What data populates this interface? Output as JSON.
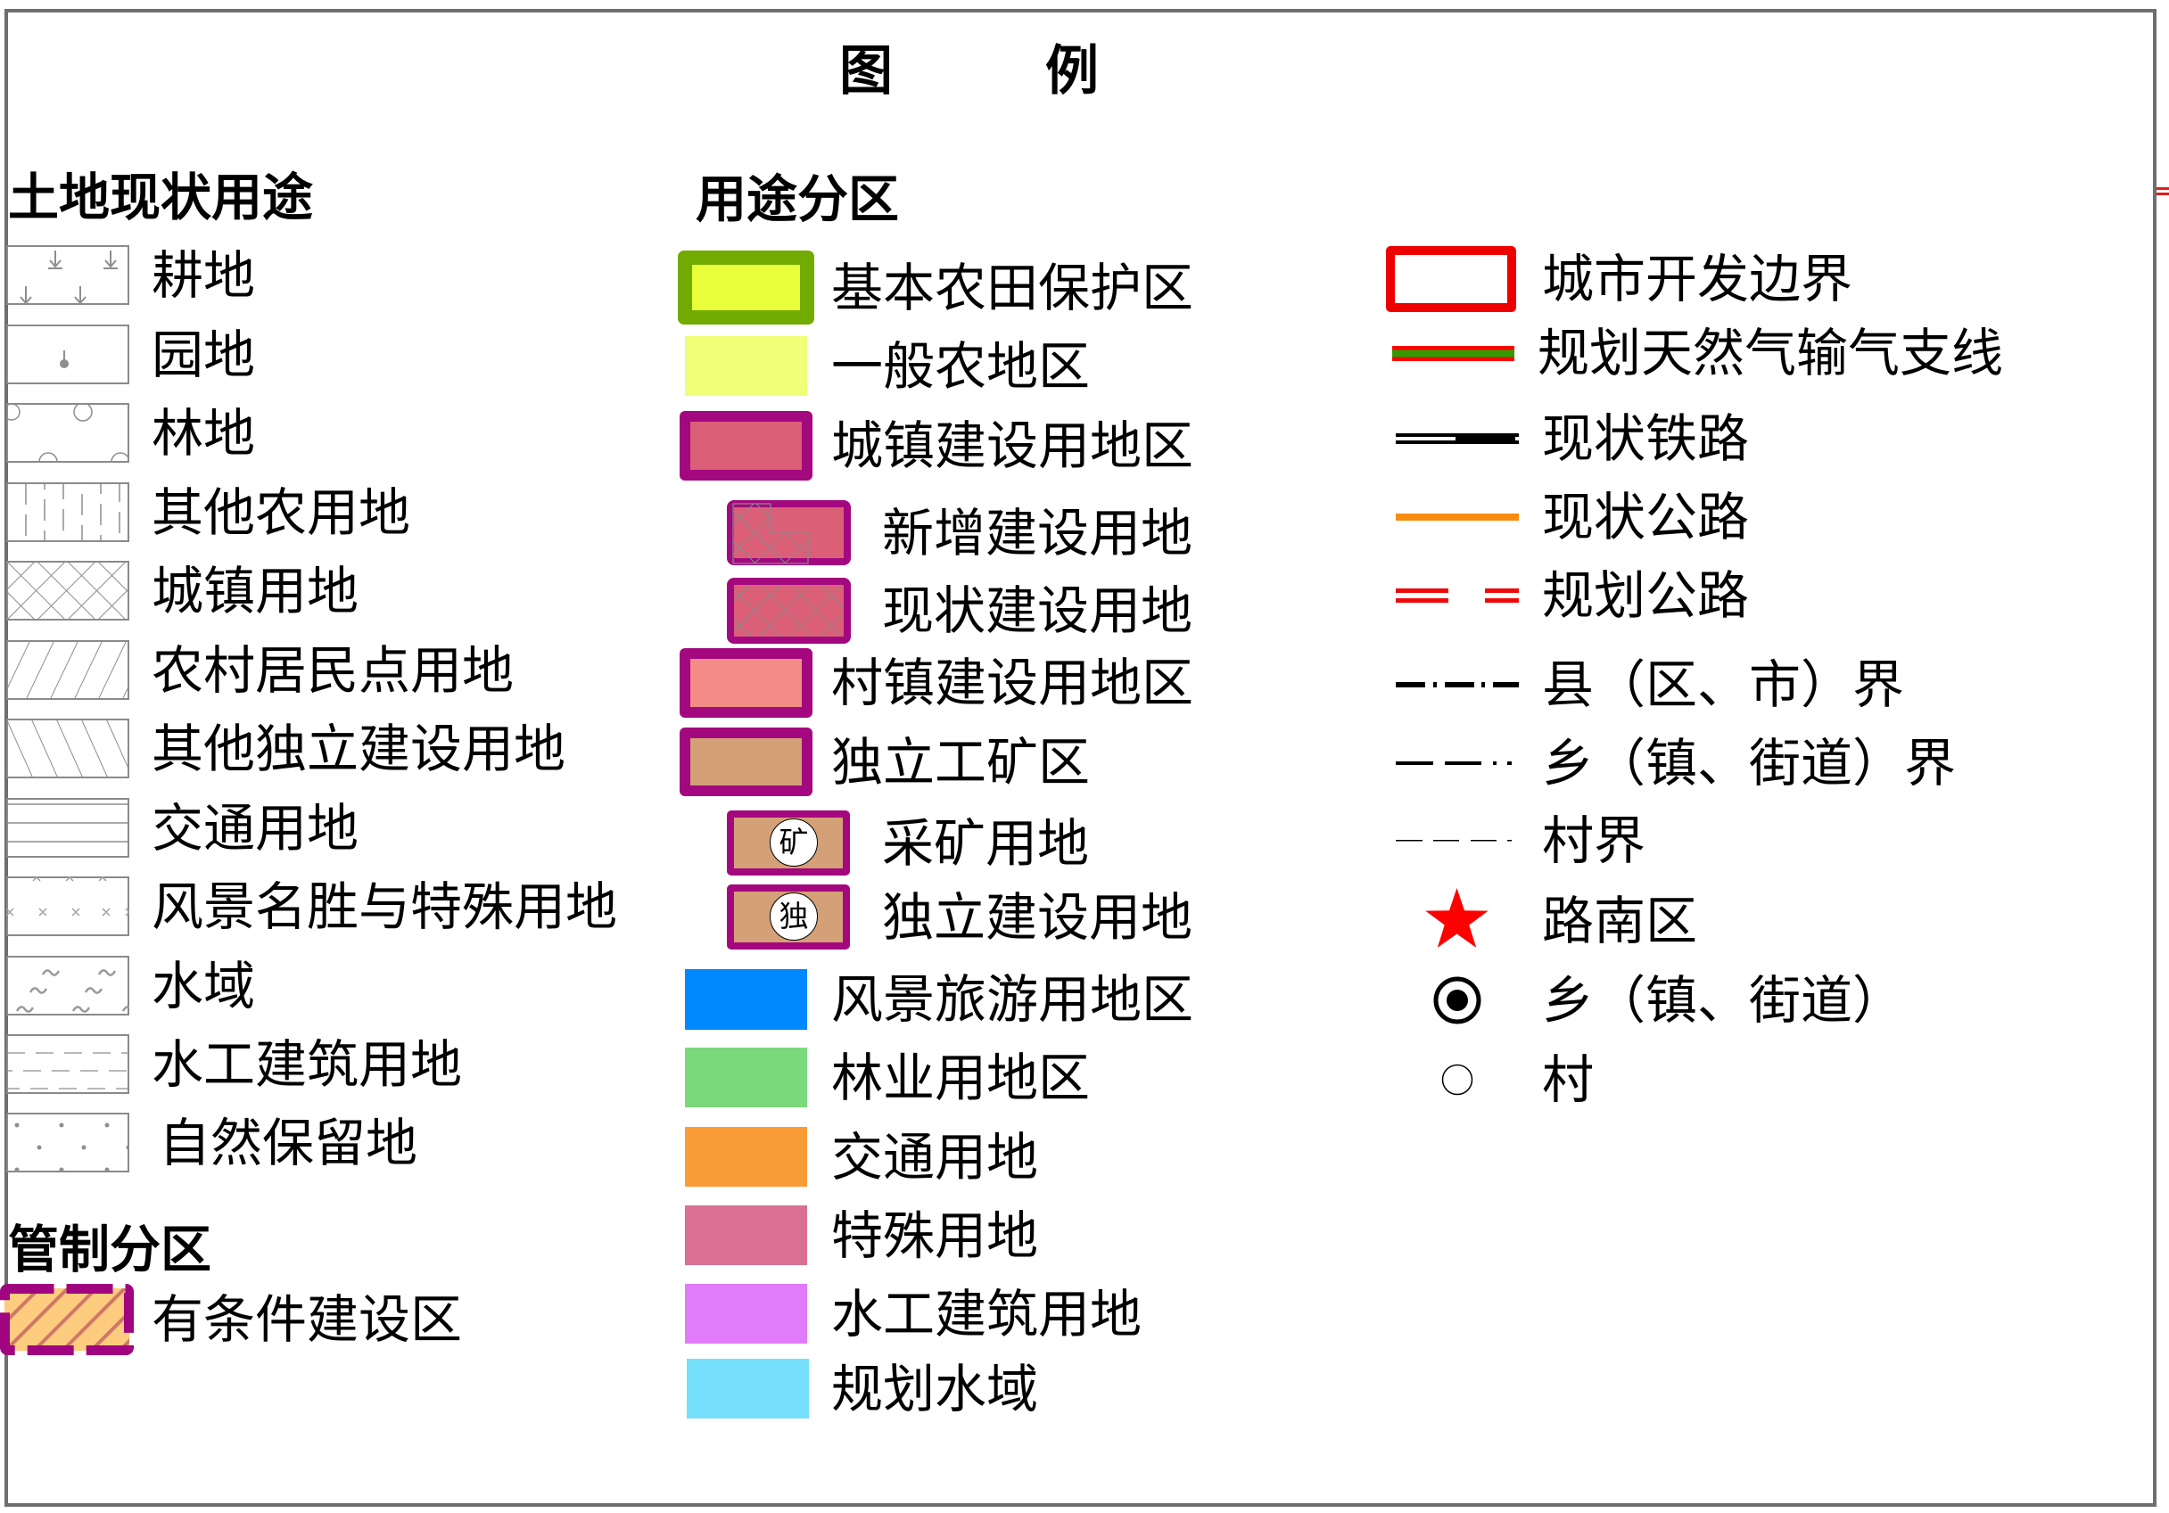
{
  "legend": {
    "title_left": "图",
    "title_right": "例"
  },
  "frame": {
    "border_color": "#6e6e6e"
  },
  "land_use_status": {
    "heading": "土地现状用途",
    "box_stroke": "#8a8a8a",
    "pattern_stroke": "#8e8e8e",
    "items": [
      {
        "label": "耕地",
        "symbol": "down-arrows-pattern"
      },
      {
        "label": "园地",
        "symbol": "pin-dot-pattern"
      },
      {
        "label": "林地",
        "symbol": "circles-pattern"
      },
      {
        "label": "其他农用地",
        "symbol": "vertical-dashes-pattern"
      },
      {
        "label": "城镇用地",
        "symbol": "crosshatch-pattern"
      },
      {
        "label": "农村居民点用地",
        "symbol": "forward-hatch-pattern"
      },
      {
        "label": "其他独立建设用地",
        "symbol": "back-hatch-pattern"
      },
      {
        "label": "交通用地",
        "symbol": "horizontal-lines-pattern"
      },
      {
        "label": "风景名胜与特殊用地",
        "symbol": "x-marks-pattern"
      },
      {
        "label": "水域",
        "symbol": "tilde-pattern"
      },
      {
        "label": "水工建筑用地",
        "symbol": "horizontal-dashes-pattern"
      },
      {
        "label": "自然保留地",
        "symbol": "dots-pattern"
      }
    ]
  },
  "control_zones": {
    "heading": "管制分区",
    "items": [
      {
        "label": "有条件建设区",
        "symbol": "dashed-hatched-box",
        "fill": "#fdcc7e",
        "hatch": "#cf7867",
        "border": "#a0047f"
      }
    ]
  },
  "use_zones": {
    "heading": "用途分区",
    "overlay_stroke": "#8a8a8a",
    "items": [
      {
        "label": "基本农田保护区",
        "fill": "#e9ff3c",
        "border": "#72ab00"
      },
      {
        "label": "一般农地区",
        "fill": "#f1ff78"
      },
      {
        "label": "城镇建设用地区",
        "fill": "#db5f77",
        "border": "#a3087e"
      },
      {
        "label": "新增建设用地",
        "fill": "#db5f77",
        "border": "#a3087e",
        "overlay": "partial-crosshatch"
      },
      {
        "label": "现状建设用地",
        "fill": "#db5f77",
        "border": "#a3087e",
        "overlay": "crosshatch"
      },
      {
        "label": "村镇建设用地区",
        "fill": "#f38b86",
        "border": "#a3087e"
      },
      {
        "label": "独立工矿区",
        "fill": "#d4a077",
        "border": "#a3087e"
      },
      {
        "label": "采矿用地",
        "fill": "#d4a077",
        "border": "#a3087e",
        "badge": "矿"
      },
      {
        "label": "独立建设用地",
        "fill": "#d4a077",
        "border": "#a3087e",
        "badge": "独"
      },
      {
        "label": "风景旅游用地区",
        "fill": "#0088ff"
      },
      {
        "label": "林业用地区",
        "fill": "#7ad97a"
      },
      {
        "label": "交通用地",
        "fill": "#f99b36"
      },
      {
        "label": "特殊用地",
        "fill": "#d97094"
      },
      {
        "label": "水工建筑用地",
        "fill": "#e07bfa"
      },
      {
        "label": "规划水域",
        "fill": "#76dffb"
      }
    ]
  },
  "line_point_symbols": {
    "items": [
      {
        "label": "城市开发边界",
        "symbol": "red-outline-box",
        "color": "#ee0000"
      },
      {
        "label": "规划天然气输气支线",
        "symbol": "red-green-red-line",
        "outer": "#ff0000",
        "inner": "#339900"
      },
      {
        "label": "现状铁路",
        "symbol": "railway-line",
        "color": "#000000"
      },
      {
        "label": "现状公路",
        "symbol": "orange-line",
        "color": "#f88c0f"
      },
      {
        "label": "规划公路",
        "symbol": "red-dashed-double-line",
        "color": "#ee0a0a"
      },
      {
        "label": "县（区、市）界",
        "symbol": "dash-dot-line-thick",
        "color": "#000000"
      },
      {
        "label": "乡（镇、街道）界",
        "symbol": "dash-dot-dot-line",
        "color": "#000000"
      },
      {
        "label": "村界",
        "symbol": "thin-dashed-line",
        "color": "#000000"
      },
      {
        "label": "路南区",
        "symbol": "red-star",
        "color": "#ff0000"
      },
      {
        "label": "乡（镇、街道）",
        "symbol": "circle-dot",
        "color": "#000000"
      },
      {
        "label": "村",
        "symbol": "small-circle",
        "color": "#000000"
      }
    ]
  }
}
